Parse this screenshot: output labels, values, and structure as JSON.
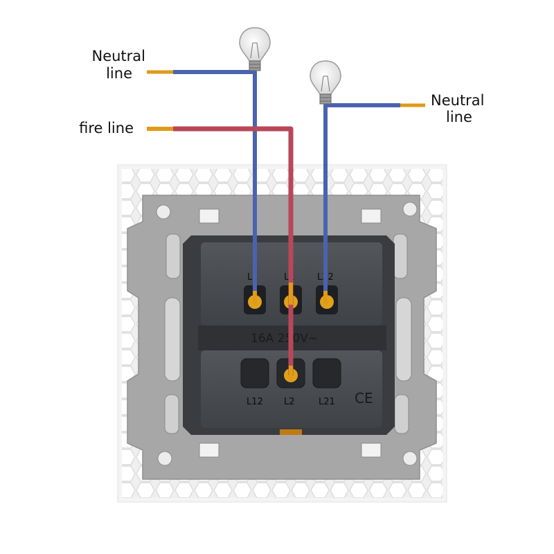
{
  "labels": {
    "neutral_left": [
      "Neutral",
      "line"
    ],
    "fire": "fire line",
    "neutral_right": [
      "Neutral",
      "line"
    ]
  },
  "terminals": {
    "L1": "L1",
    "L_mid": "L1",
    "L22": "L22",
    "L12": "L12",
    "L2": "L2",
    "L21": "L21"
  },
  "rating": "16A 250V~",
  "mark": "CE",
  "colors": {
    "neutral_wire": "#4a63b0",
    "fire_wire": "#b8475a",
    "copper": "#e09a18",
    "plate": "#ececec",
    "frame": "#a3a3a3",
    "body": "#4a4d52"
  },
  "icons": [
    "light-bulb-icon",
    "light-bulb-icon"
  ]
}
